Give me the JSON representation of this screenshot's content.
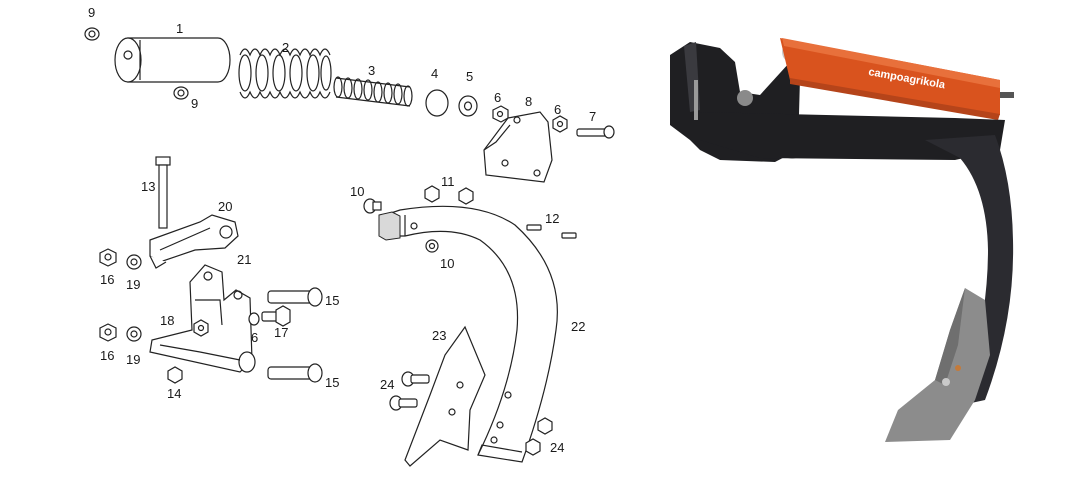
{
  "callouts": {
    "c1": "1",
    "c2": "2",
    "c3": "3",
    "c4": "4",
    "c5": "5",
    "c6a": "6",
    "c6b": "6",
    "c6c": "6",
    "c7": "7",
    "c8": "8",
    "c9a": "9",
    "c9b": "9",
    "c10a": "10",
    "c10b": "10",
    "c11": "11",
    "c12": "12",
    "c13": "13",
    "c14": "14",
    "c15a": "15",
    "c15b": "15",
    "c16a": "16",
    "c16b": "16",
    "c17": "17",
    "c18": "18",
    "c19a": "19",
    "c19b": "19",
    "c20": "20",
    "c21": "21",
    "c22": "22",
    "c23": "23",
    "c24a": "24",
    "c24b": "24"
  },
  "photo": {
    "brand_label": "campoagrikola",
    "colors": {
      "cylinder": "#d9531e",
      "frame": "#1f1f22",
      "tine": "#2b2b30",
      "share": "#8c8c8c"
    }
  }
}
